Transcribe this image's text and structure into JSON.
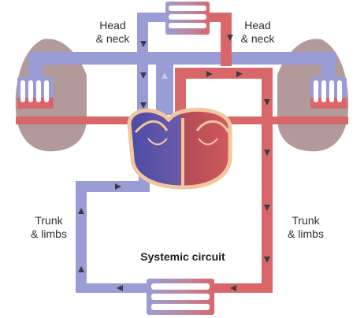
{
  "colors": {
    "deoxygenated": "#9a9cd6",
    "oxygenated": "#d9676a",
    "lung_tissue": "#b29a9a",
    "heart_outline": "#f2c79e",
    "heart_right_side": "#4b4da6",
    "heart_left_side": "#bf4a4f",
    "arrow": "#3c3c48",
    "text": "#2f2f2f"
  },
  "labels": {
    "head_neck_left": [
      "Head",
      "& neck"
    ],
    "head_neck_right": [
      "Head",
      "& neck"
    ],
    "trunk_limbs_left": [
      "Trunk",
      "& limbs"
    ],
    "trunk_limbs_right": [
      "Trunk",
      "& limbs"
    ],
    "circuit_title": "Systemic circuit"
  },
  "icons": [
    "lung-left-icon",
    "lung-right-icon",
    "heart-icon",
    "capillary-bed-icon",
    "flow-arrow-icon"
  ]
}
